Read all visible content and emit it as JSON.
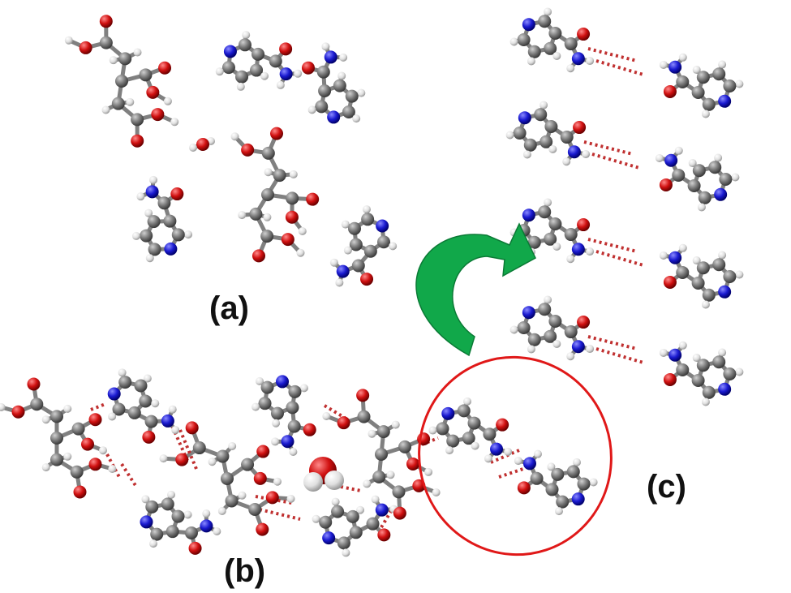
{
  "panels": {
    "a": "(a)",
    "b": "(b)",
    "c": "(c)"
  },
  "colors": {
    "carbon": "#6f6f6f",
    "oxygen": "#d01010",
    "nitrogen": "#1a1ad0",
    "hydrogen": "#e6e6e6",
    "bond": "#808080",
    "hbond": "#c03030",
    "arrow": "#11a84a",
    "ellipse": "#e01818"
  }
}
